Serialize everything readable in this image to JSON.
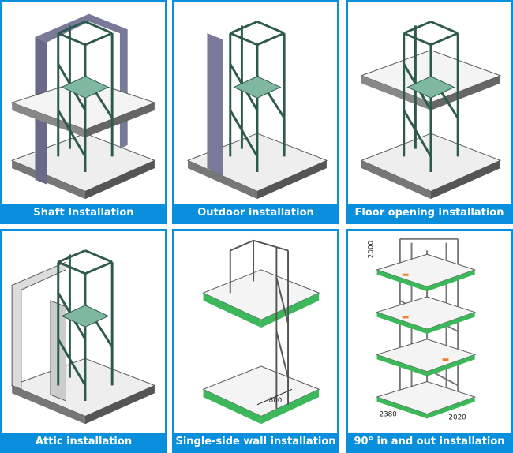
{
  "panels": [
    {
      "caption": "Shaft Installation"
    },
    {
      "caption": "Outdoor installation"
    },
    {
      "caption": "Floor opening installation"
    },
    {
      "caption": "Attic installation"
    },
    {
      "caption": "Single-side wall installation",
      "dimensions": [
        "800"
      ]
    },
    {
      "caption": "90° in and out installation",
      "dimensions": [
        "2000",
        "2380",
        "2020"
      ]
    }
  ],
  "colors": {
    "border": "#0a8fdc",
    "frame": "#2e5a4e",
    "platform": "#7fb8a0",
    "wall": "#6a6a88",
    "slab_edge": "#3cb85a"
  }
}
